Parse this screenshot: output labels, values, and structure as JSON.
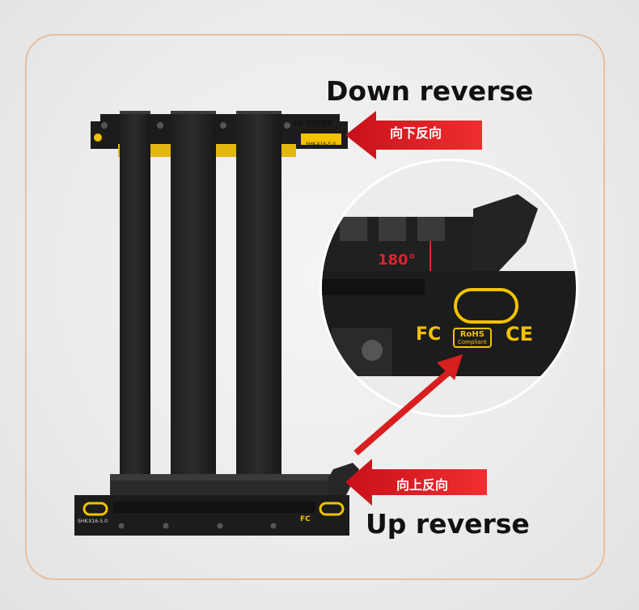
{
  "headline": {
    "down": "Down reverse",
    "up": "Up reverse"
  },
  "arrow_labels": {
    "down": "向下反向",
    "up": "向上反向"
  },
  "detail": {
    "angle": "180°",
    "fc": "FC",
    "rohs": "RoHS",
    "rohs_sub": "Compliant",
    "ce": "CE"
  },
  "board": {
    "model_top": "SHK-X16-5.0",
    "model_bottom": "SHK-X16-5.0",
    "fc_top": "FC",
    "fc_bottom": "FC",
    "rohs_top": "RoHS",
    "ce_top": "CE"
  },
  "colors": {
    "frame": "#e7bfa0",
    "arrow_red": "#d81e1e",
    "pcb_black": "#1c1c1c",
    "gold": "#f2c200"
  }
}
